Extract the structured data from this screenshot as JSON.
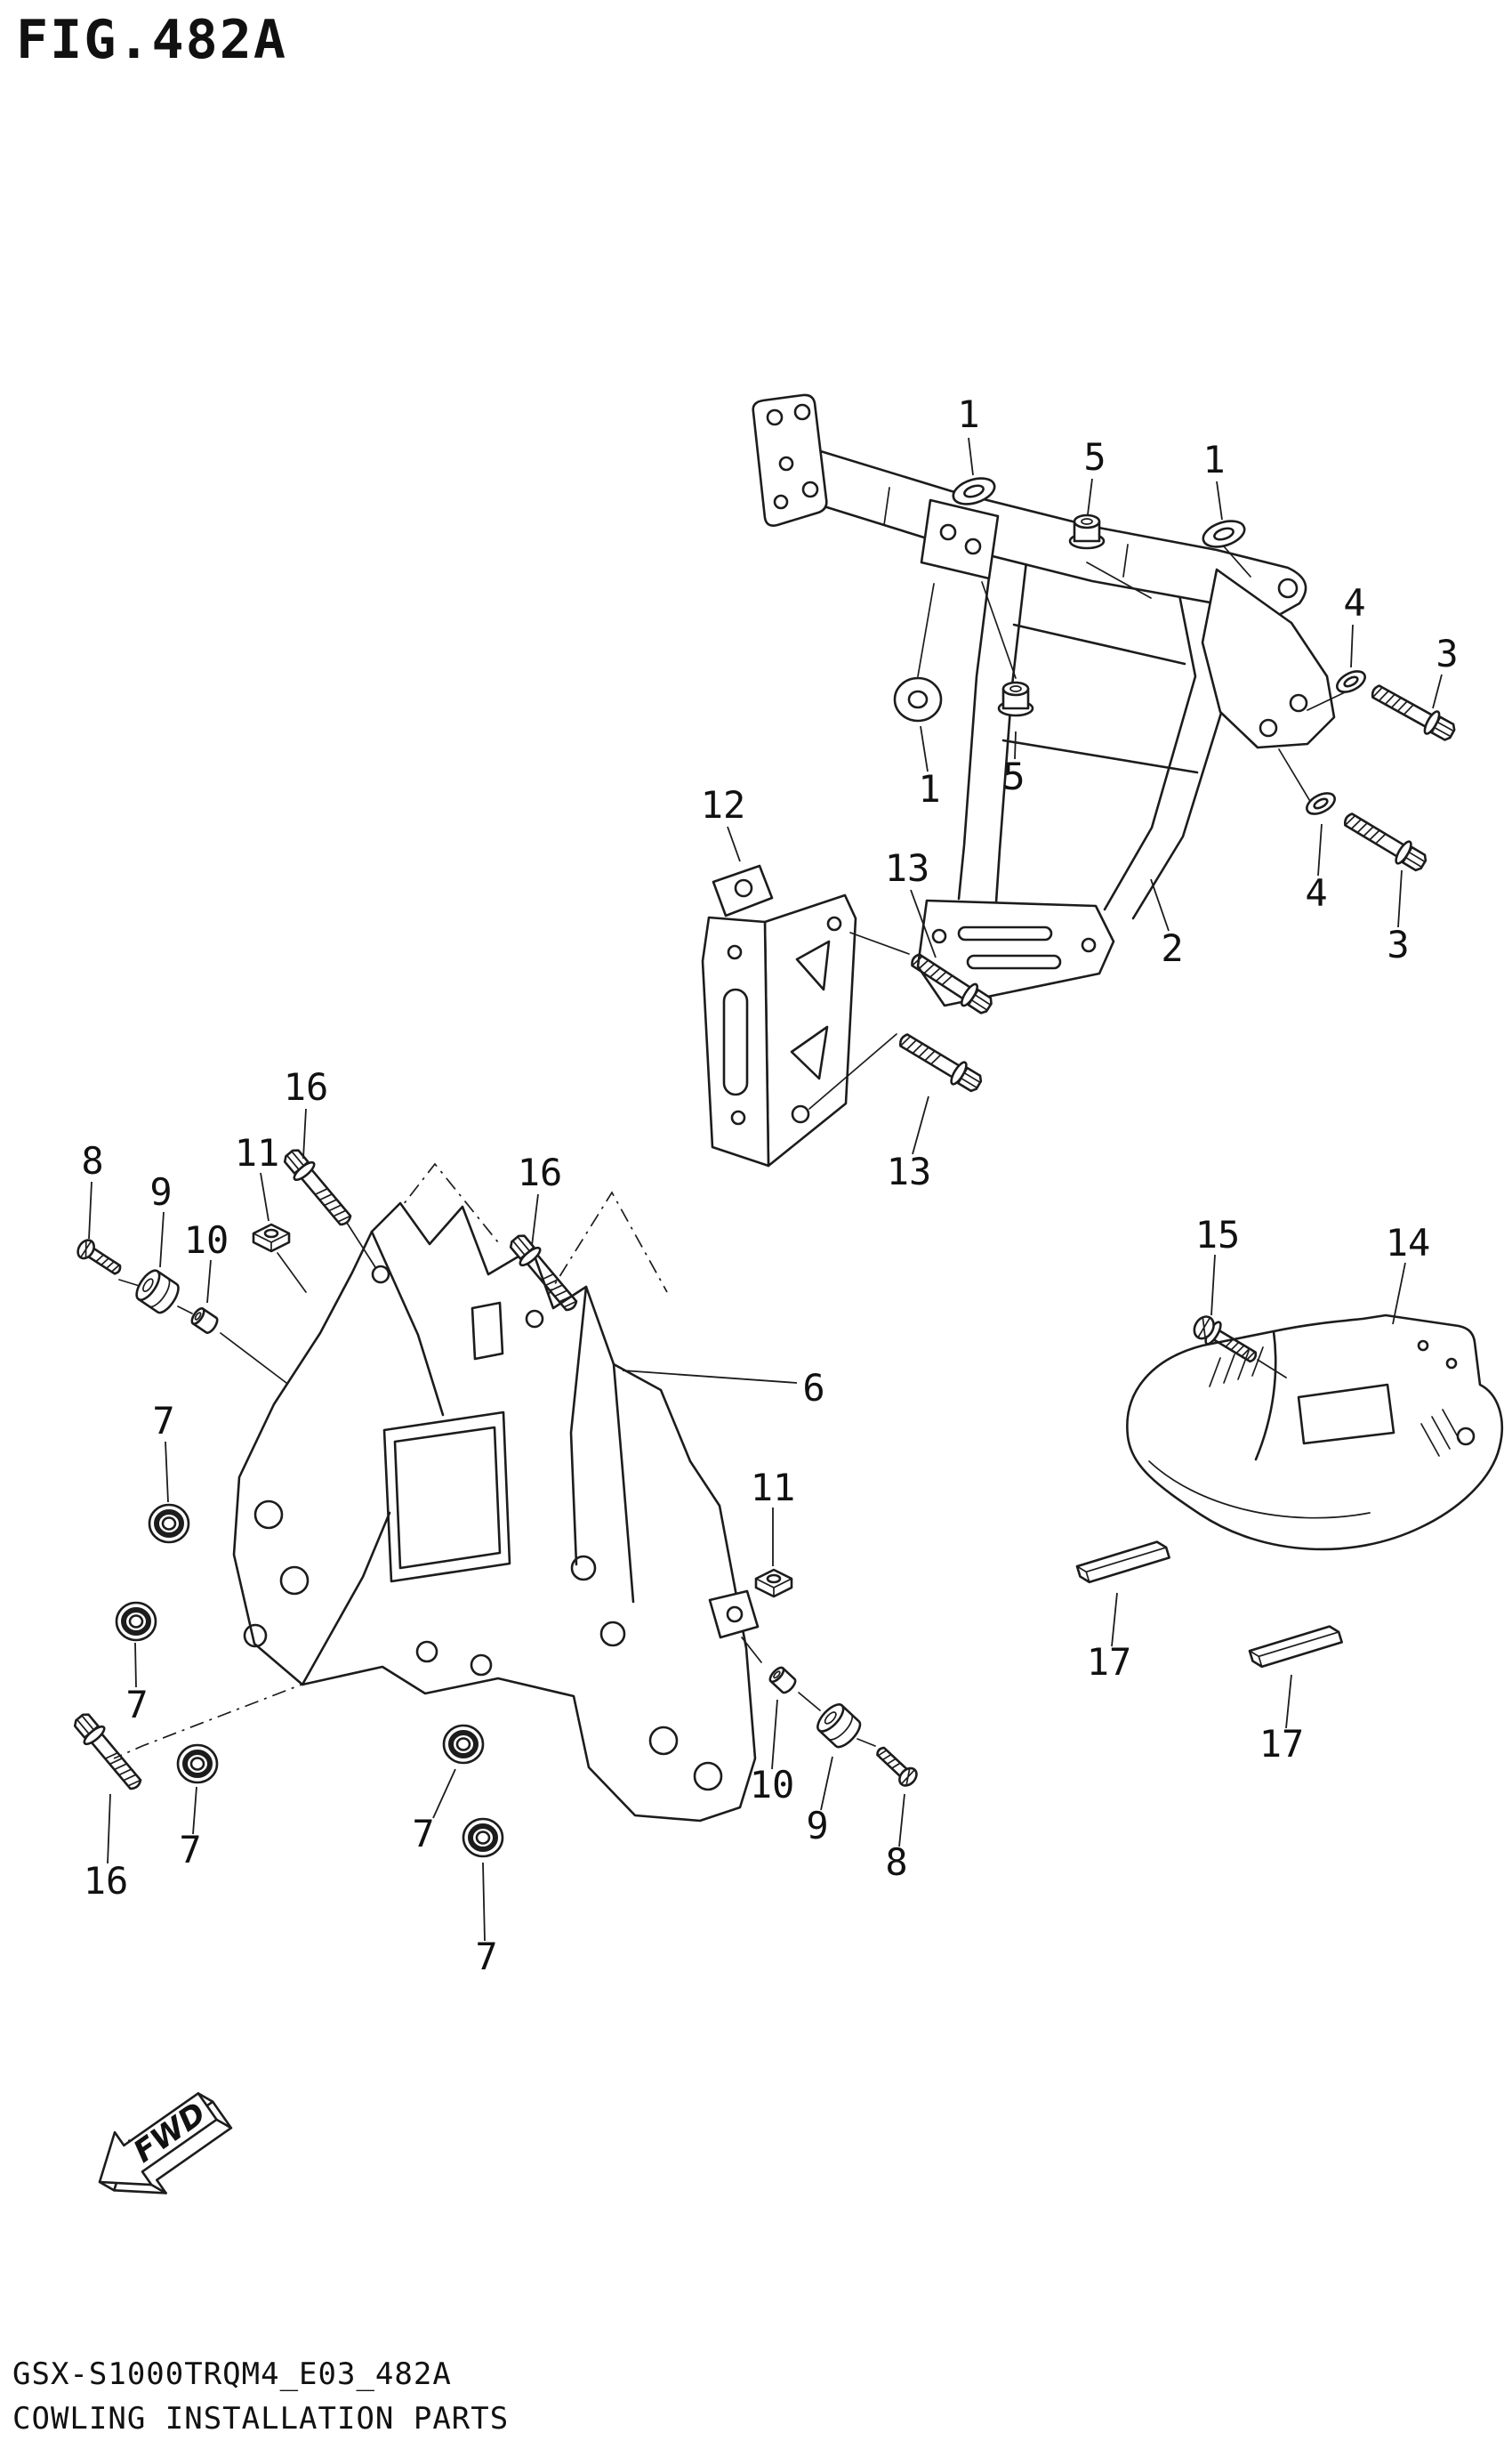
{
  "figure": {
    "title": "FIG.482A",
    "code": "GSX-S1000TRQM4_E03_482A",
    "caption": "COWLING INSTALLATION PARTS",
    "fwd_label": "FWD"
  },
  "callouts": [
    {
      "label": "1"
    },
    {
      "label": "5"
    },
    {
      "label": "1"
    },
    {
      "label": "4"
    },
    {
      "label": "3"
    },
    {
      "label": "1"
    },
    {
      "label": "5"
    },
    {
      "label": "12"
    },
    {
      "label": "13"
    },
    {
      "label": "2"
    },
    {
      "label": "4"
    },
    {
      "label": "3"
    },
    {
      "label": "13"
    },
    {
      "label": "16"
    },
    {
      "label": "11"
    },
    {
      "label": "8"
    },
    {
      "label": "9"
    },
    {
      "label": "10"
    },
    {
      "label": "16"
    },
    {
      "label": "6"
    },
    {
      "label": "15"
    },
    {
      "label": "14"
    },
    {
      "label": "7"
    },
    {
      "label": "7"
    },
    {
      "label": "11"
    },
    {
      "label": "10"
    },
    {
      "label": "9"
    },
    {
      "label": "8"
    },
    {
      "label": "17"
    },
    {
      "label": "17"
    },
    {
      "label": "16"
    },
    {
      "label": "7"
    },
    {
      "label": "7"
    },
    {
      "label": "7"
    }
  ]
}
